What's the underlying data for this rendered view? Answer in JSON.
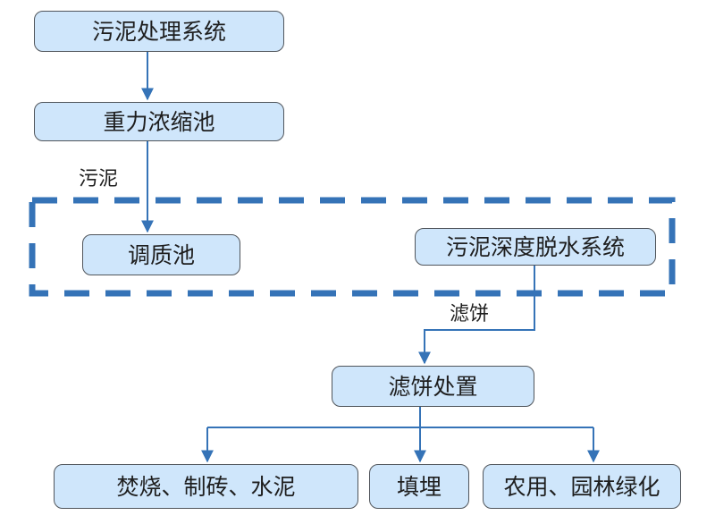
{
  "diagram": {
    "colors": {
      "node_fill": "#cfe6fb",
      "node_border": "#50555b",
      "arrow": "#3573b7",
      "dashed_group": "#3573b7",
      "text": "#1e1e1e"
    },
    "nodes": {
      "sludge_treatment_system": "污泥处理系统",
      "gravity_thickener": "重力浓缩池",
      "conditioning_tank": "调质池",
      "deep_dewatering_system": "污泥深度脱水系统",
      "filter_cake_disposal": "滤饼处置",
      "incineration_brick_cement": "焚烧、制砖、水泥",
      "landfill": "填埋",
      "agriculture_landscaping": "农用、园林绿化"
    },
    "edge_labels": {
      "sludge": "污泥",
      "filter_cake": "滤饼"
    }
  }
}
